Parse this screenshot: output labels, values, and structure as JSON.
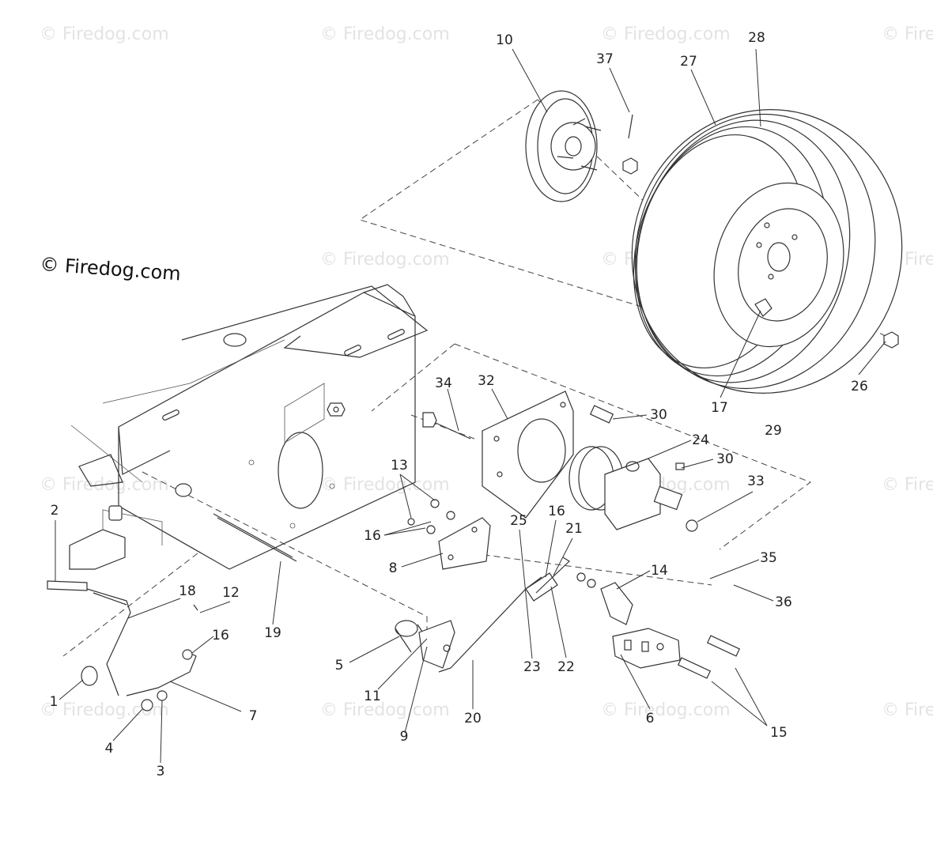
{
  "copyright": "© Firedog.com",
  "watermark": "© Firedog.com",
  "labels": [
    "10",
    "37",
    "27",
    "28",
    "29",
    "26",
    "17",
    "34",
    "32",
    "30",
    "24",
    "30",
    "33",
    "13",
    "16",
    "8",
    "25",
    "16",
    "21",
    "14",
    "35",
    "36",
    "2",
    "18",
    "12",
    "16",
    "1",
    "4",
    "3",
    "7",
    "19",
    "5",
    "11",
    "9",
    "20",
    "23",
    "22",
    "6",
    "15"
  ]
}
